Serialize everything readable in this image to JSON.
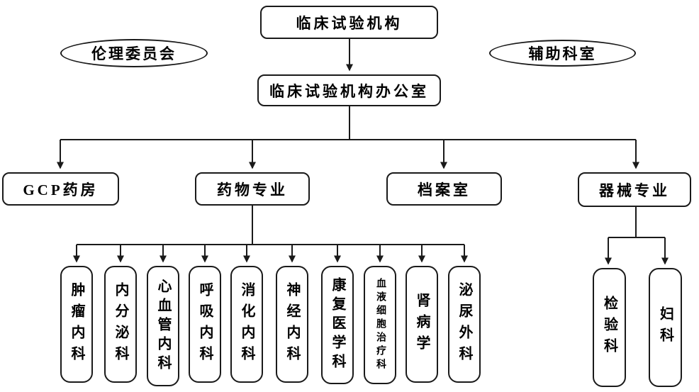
{
  "diagram": {
    "title": "clinical-trial-institution-org-chart",
    "root": {
      "label": "临床试验机构"
    },
    "ethics_committee": {
      "label": "伦理委员会"
    },
    "auxiliary_departments": {
      "label": "辅助科室"
    },
    "office": {
      "label": "临床试验机构办公室"
    },
    "branches": [
      {
        "label": "GCP药房"
      },
      {
        "label": "药物专业"
      },
      {
        "label": "档案室"
      },
      {
        "label": "器械专业"
      }
    ],
    "drug_specialty_departments": [
      "肿瘤内科",
      "内分泌科",
      "心血管内科",
      "呼吸内科",
      "消化内科",
      "神经内科",
      "康复医学科",
      "血液细胞治疗科",
      "肾病学",
      "泌尿外科"
    ],
    "device_specialty_departments": [
      "检验科",
      "妇科"
    ]
  },
  "colors": {
    "line": "#1a1a1a",
    "text": "#000000",
    "background": "#ffffff"
  }
}
